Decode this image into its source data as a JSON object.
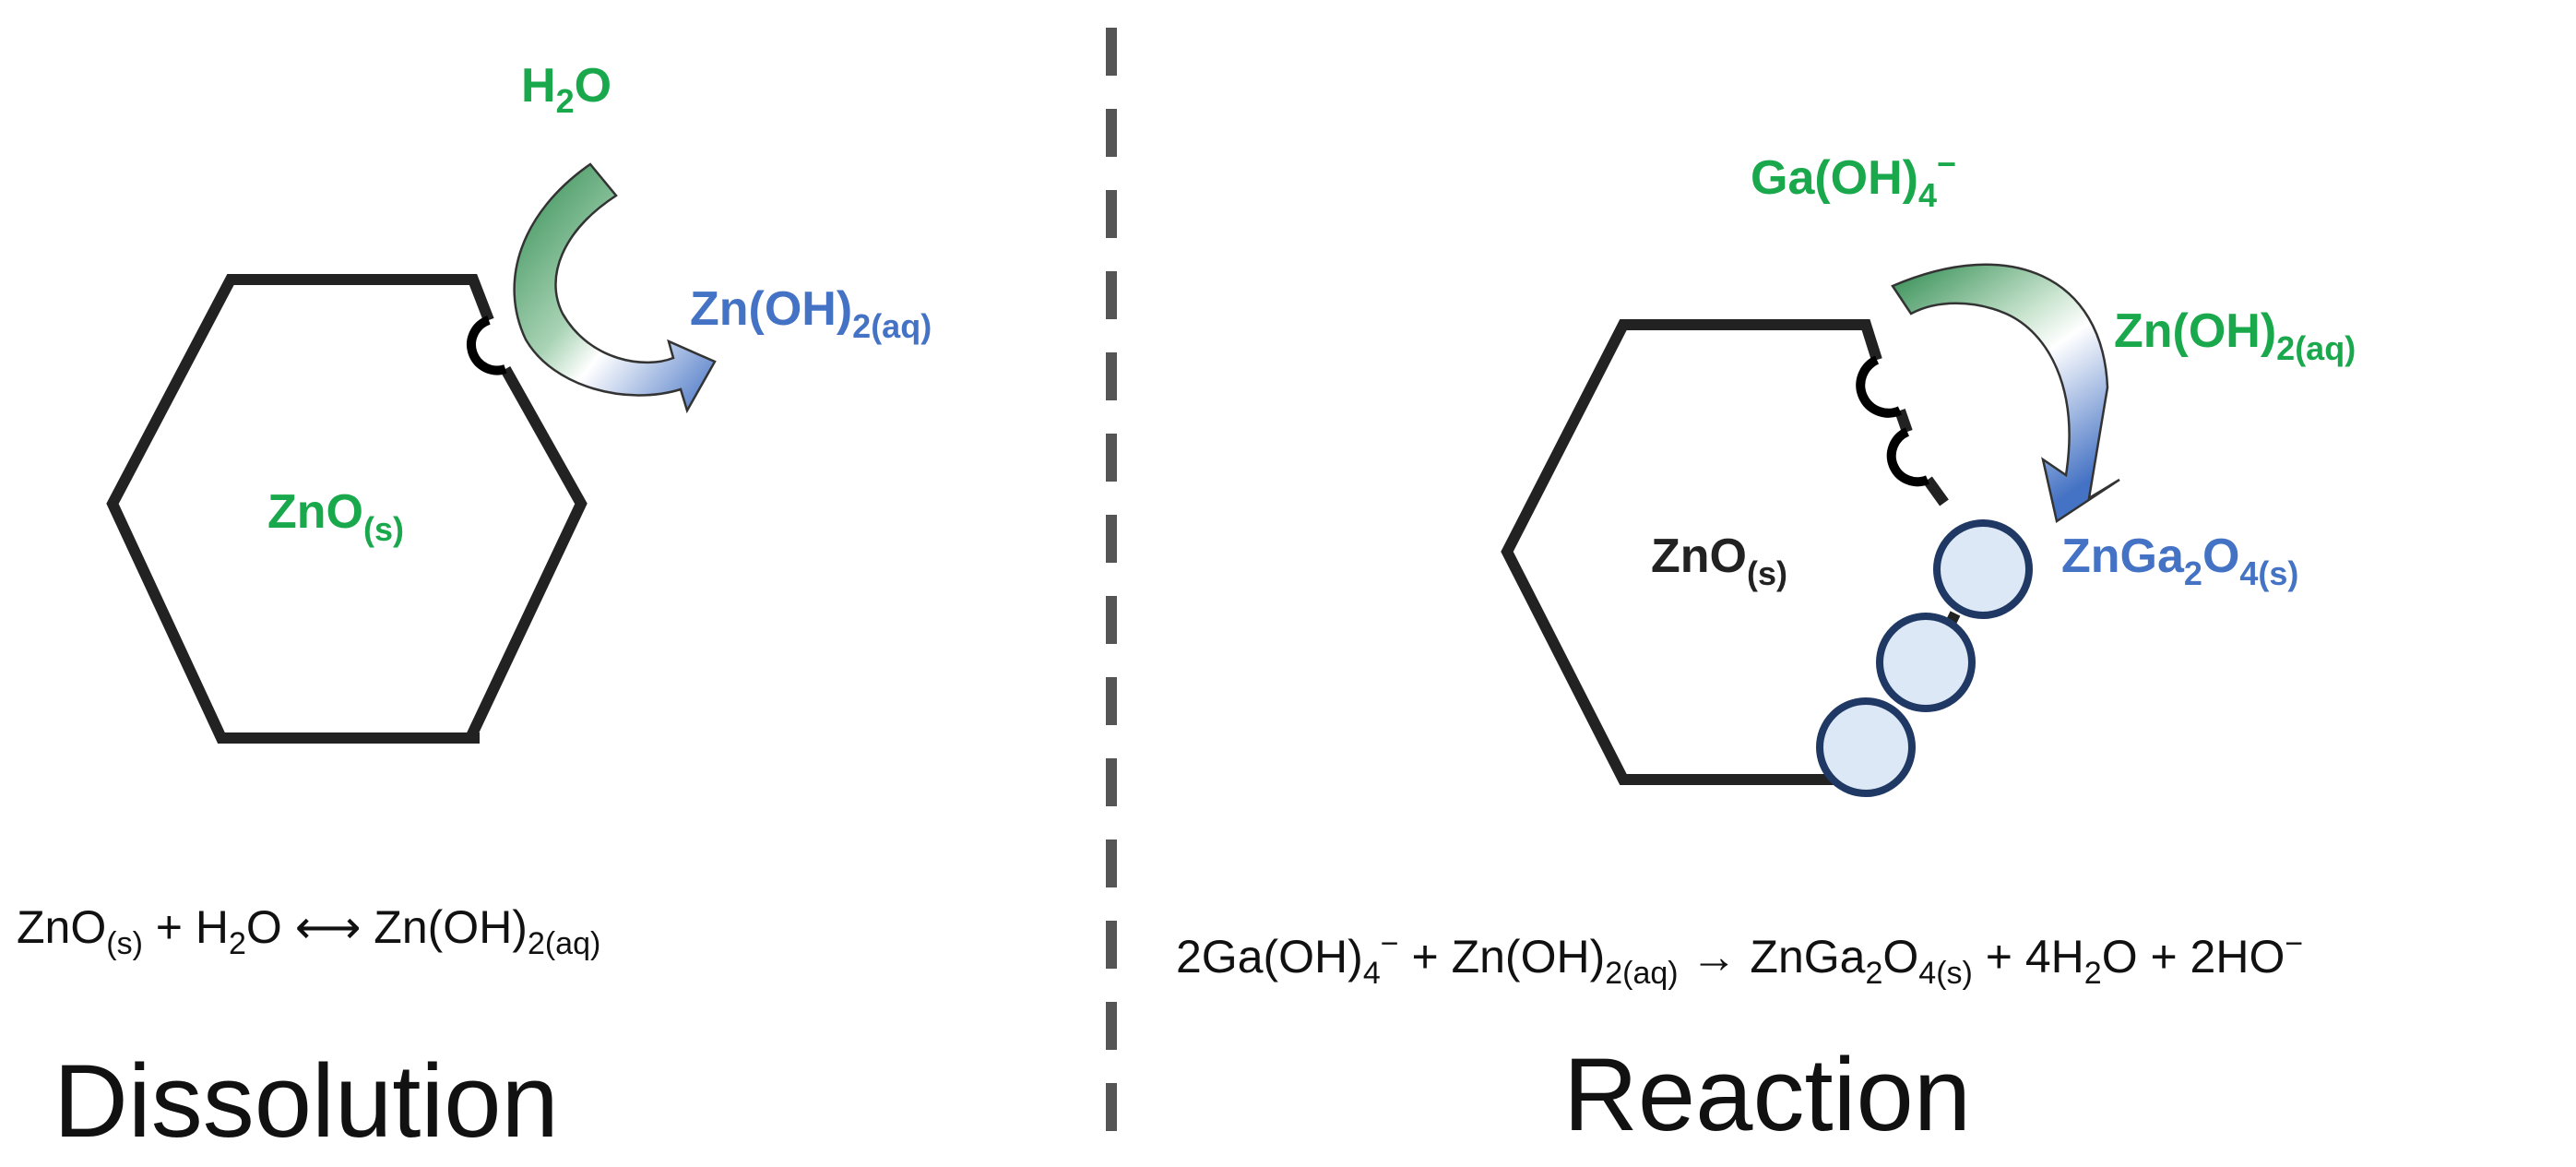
{
  "colors": {
    "green": "#19a84b",
    "blue": "#4472c4",
    "outline": "#222222",
    "particle_fill": "#dce8f6",
    "particle_stroke": "#1f3864",
    "divider": "#555555"
  },
  "left": {
    "h2o": {
      "main": "H",
      "sub": "2",
      "rest": "O"
    },
    "zn_oh2": {
      "main": "Zn(OH)",
      "sub": "2(aq)"
    },
    "zno": {
      "main": "ZnO",
      "sub": "(s)"
    },
    "equation": {
      "zno": "ZnO",
      "zno_sub": "(s)",
      "plus1": " + H",
      "h2o_sub": "2",
      "h2o_rest": "O ",
      "arrow": "⟷",
      "product": " Zn(OH)",
      "product_sub": "2(aq)"
    },
    "title": "Dissolution"
  },
  "right": {
    "ga_oh4": {
      "main": "Ga(OH)",
      "sub": "4",
      "sup": "−"
    },
    "zn_oh2": {
      "main": "Zn(OH)",
      "sub": "2(aq)"
    },
    "zno": {
      "main": "ZnO",
      "sub": "(s)"
    },
    "znga2o4": {
      "main": "ZnGa",
      "sub1": "2",
      "mid": "O",
      "sub2": "4(s)"
    },
    "equation": {
      "p1": "2Ga(OH)",
      "p1_sub": "4",
      "p1_sup": "−",
      "p2": " + Zn(OH)",
      "p2_sub": "2(aq)",
      "arrow": " → ",
      "p3": "ZnGa",
      "p3_sub1": "2",
      "p3_mid": "O",
      "p3_sub2": "4(s)",
      "p4": " + 4H",
      "p4_sub": "2",
      "p4_rest": "O + 2HO",
      "p4_sup": "−"
    },
    "title": "Reaction"
  }
}
